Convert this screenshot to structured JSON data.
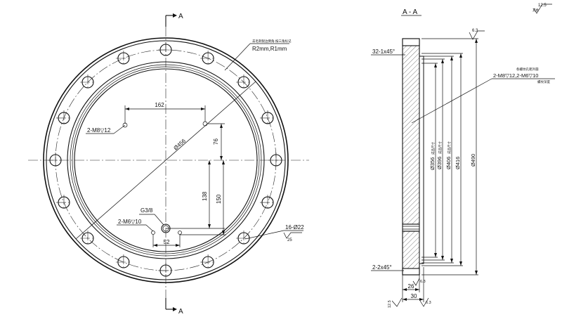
{
  "front_view": {
    "section_mark_top": "A",
    "section_mark_bottom": "A",
    "note_line1": "去毛刺锐边倒角-按三角标记",
    "note_line2": "R2mm,R1mm",
    "dim_162": "162",
    "dim_76": "76",
    "dim_138": "138",
    "dim_150": "150",
    "dim_52": "52",
    "dia_456": "Ø456",
    "tap_m8": "2-M8▽12",
    "tap_m6": "2-M6▽10",
    "pipe_thread": "G3/8",
    "holes_callout": "16-Ø22",
    "holes_roughness": "25"
  },
  "section_view": {
    "title": "A - A",
    "chamfer_top": "32-1x45°",
    "chamfer_bottom": "2-2x45°",
    "note_small": "各螺纹孔距外圆",
    "tap_callout": "2-M8▽12,2-M6▽10",
    "tap_suffix": "螺纹深度",
    "roughness_top": "6.3",
    "roughness_bl": "12.5",
    "roughness_b1": "6.3",
    "roughness_b2": "6.3",
    "dim_26": "26",
    "dim_30": "30",
    "dia_356": "Ø356",
    "dia_396": "Ø396",
    "dia_406": "Ø406",
    "dia_416": "Ø416",
    "dia_490": "Ø490",
    "dia_note": "成品尺寸"
  },
  "general": {
    "roughness_value": "12.5",
    "roughness_rest": "其余"
  }
}
